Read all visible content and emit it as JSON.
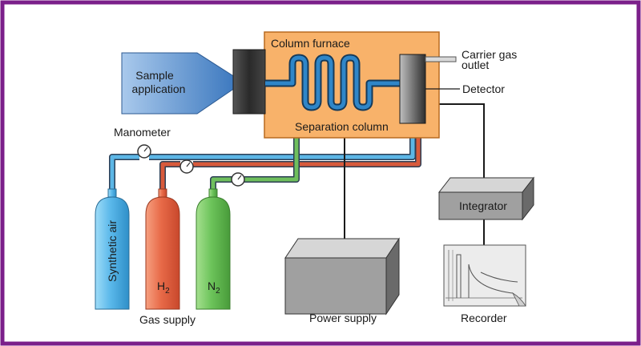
{
  "labels": {
    "column_furnace": "Column furnace",
    "sample_application_line1": "Sample",
    "sample_application_line2": "application",
    "carrier_gas_outlet_line1": "Carrier gas",
    "carrier_gas_outlet_line2": "outlet",
    "detector": "Detector",
    "separation_column": "Separation column",
    "manometer": "Manometer",
    "integrator": "Integrator",
    "synthetic_air": "Synthetic air",
    "h2_base": "H",
    "h2_sub": "2",
    "n2_base": "N",
    "n2_sub": "2",
    "gas_supply": "Gas supply",
    "power_supply": "Power supply",
    "recorder": "Recorder"
  },
  "colors": {
    "frame": "#7b1f8a",
    "furnace": "#f8b26a",
    "sample_funnel": "#4f86c6",
    "injector": "#3a3a3a",
    "column_tube": "#1f6fb0",
    "air_line": "#5cb6e6",
    "h2_line": "#d85a3c",
    "n2_line": "#6fbf5d",
    "air_cylinder": "#5ab8ea",
    "h2_cylinder": "#e86a48",
    "n2_cylinder": "#6cc35a",
    "box_grey": "#a0a0a0"
  }
}
